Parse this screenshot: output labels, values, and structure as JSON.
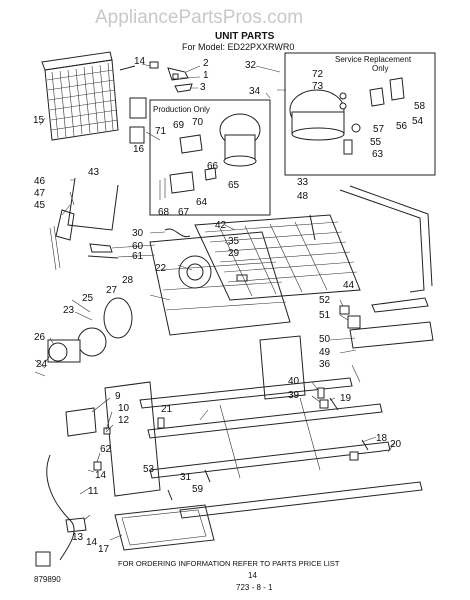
{
  "watermark": "AppliancePartsPros.com",
  "header": {
    "title": "UNIT PARTS",
    "model": "For Model: ED22PXXRWR0"
  },
  "insets": {
    "service_title_1": "Service Replacement",
    "service_title_2": "Only",
    "production_title": "Production Only"
  },
  "callouts": [
    "14",
    "2",
    "1",
    "3",
    "32",
    "72",
    "73",
    "58",
    "54",
    "56",
    "57",
    "55",
    "63",
    "15",
    "34",
    "71",
    "69",
    "70",
    "16",
    "43",
    "46",
    "47",
    "45",
    "66",
    "65",
    "64",
    "67",
    "68",
    "33",
    "48",
    "30",
    "60",
    "61",
    "42",
    "35",
    "29",
    "22",
    "28",
    "27",
    "44",
    "25",
    "23",
    "26",
    "52",
    "51",
    "50",
    "49",
    "36",
    "24",
    "9",
    "10",
    "12",
    "21",
    "40",
    "39",
    "19",
    "18",
    "20",
    "62",
    "14",
    "53",
    "31",
    "59",
    "11",
    "13",
    "14",
    "17"
  ],
  "footer": {
    "order_info": "FOR ORDERING INFORMATION REFER TO PARTS PRICE LIST",
    "page_number": "14",
    "drawing_code": "879890",
    "sheet_code": "723 - 8 - 1"
  }
}
